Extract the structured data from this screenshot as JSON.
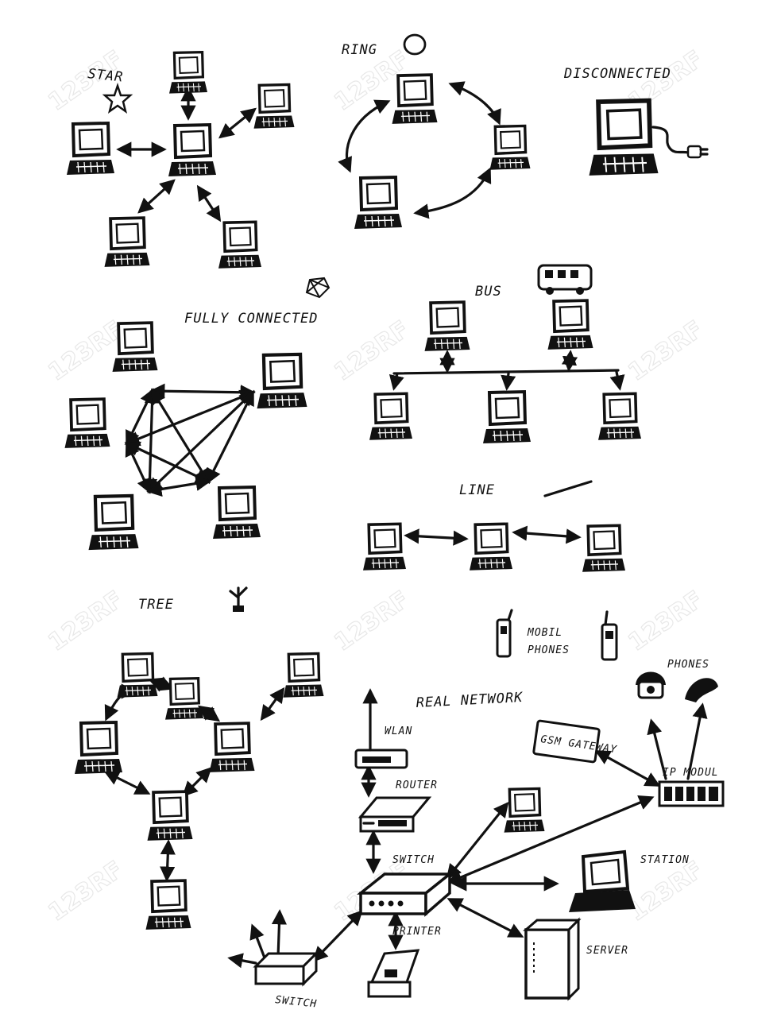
{
  "labels": {
    "star": "STAR",
    "ring": "RING",
    "disconnected": "DISCONNECTED",
    "bus": "BUS",
    "fully_connected": "FULLY CONNECTED",
    "line": "LINE",
    "tree": "TREE",
    "mobil_phones": "MOBIL PHONES",
    "phones": "PHONES",
    "real_network": "REAL NETWORK",
    "wlan": "WLAN",
    "router": "ROUTER",
    "gsm_gateway": "GSM GATEWAY",
    "ip_modul": "IP MODUL",
    "switch": "SWITCH",
    "station": "STATION",
    "printer": "PRINTER",
    "server": "SERVER",
    "switch2": "SWITCH"
  },
  "watermark": "123RF",
  "colors": {
    "ink": "#111111",
    "background": "#ffffff",
    "watermark": "#e8e8e8"
  }
}
